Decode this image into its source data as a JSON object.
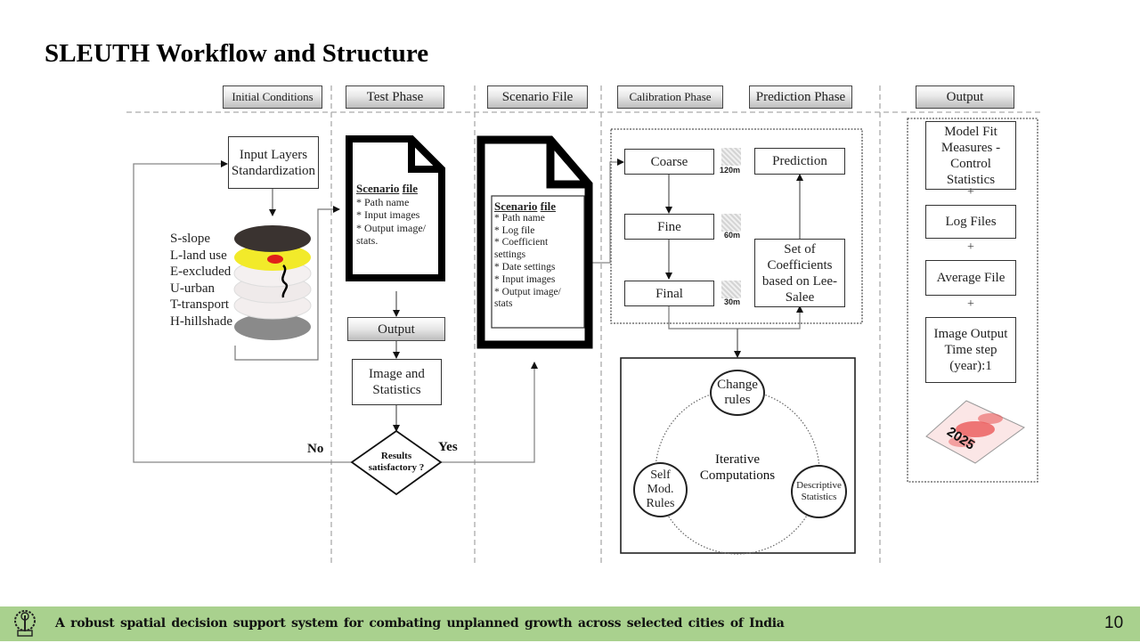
{
  "slide": {
    "title": "SLEUTH Workflow and Structure",
    "page_number": "10"
  },
  "footer": {
    "text": "A robust spatial decision support system for combating unplanned growth across selected cities of India",
    "logo_icon": "institute-emblem-icon",
    "background_color": "#a9d18e"
  },
  "lanes": {
    "headers": [
      "Initial Conditions",
      "Test Phase",
      "Scenario File",
      "Calibration Phase",
      "Prediction Phase",
      "Output"
    ]
  },
  "initial_conditions": {
    "input_box": "Input Layers Standardization",
    "layers": [
      {
        "code": "S",
        "label": "S-slope",
        "color": "#3a3330"
      },
      {
        "code": "L",
        "label": "L-land use",
        "color": "#f2ea2a"
      },
      {
        "code": "E",
        "label": "E-excluded",
        "color": "#f4f0f0"
      },
      {
        "code": "U",
        "label": "U-urban",
        "color": "#efeaea"
      },
      {
        "code": "T",
        "label": "T-transport",
        "color": "#f3eeee"
      },
      {
        "code": "H",
        "label": "H-hillshade",
        "color": "#8a8a8a"
      }
    ]
  },
  "test_phase": {
    "doc_title_1": "Scenario",
    "doc_title_2": "file",
    "doc_items": [
      "* Path name",
      "* Input images",
      "* Output image/",
      "stats."
    ],
    "output_label": "Output",
    "image_stats": "Image and Statistics",
    "decision": "Results satisfactory ?",
    "no_label": "No",
    "yes_label": "Yes"
  },
  "scenario_file": {
    "doc_title_1": "Scenario",
    "doc_title_2": "file",
    "doc_items": [
      "* Path name",
      "* Log file",
      "* Coefficient",
      "settings",
      "* Date settings",
      "* Input images",
      "* Output image/",
      "stats"
    ]
  },
  "calibration": {
    "steps": [
      {
        "label": "Coarse",
        "resolution": "120m"
      },
      {
        "label": "Fine",
        "resolution": "60m"
      },
      {
        "label": "Final",
        "resolution": "30m"
      }
    ],
    "coefficients": "Set of Coefficients based on Lee-Salee",
    "prediction": "Prediction"
  },
  "iterative": {
    "center": "Iterative Computations",
    "nodes": [
      "Change rules",
      "Descriptive Statistics",
      "Self Mod. Rules"
    ]
  },
  "output": {
    "items": [
      "Model Fit Measures - Control Statistics",
      "Log Files",
      "Average File",
      "Image Output Time step (year):1"
    ],
    "separator": "+",
    "map_year": "2025"
  }
}
